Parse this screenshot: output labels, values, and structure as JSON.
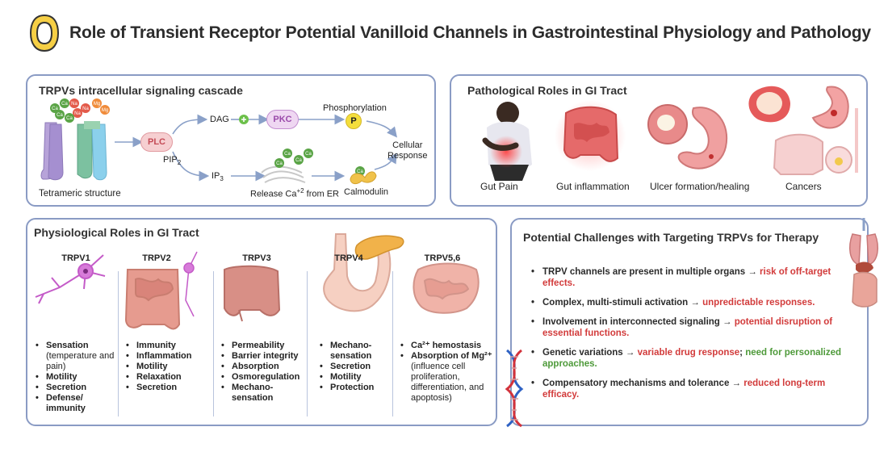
{
  "title": "Role of Transient Receptor Potential Vanilloid Channels in Gastrointestinal Physiology and Pathology",
  "cascade": {
    "panel_title": "TRPVs intracellular signaling cascade",
    "tetramer_label": "Tetrameric structure",
    "plc": "PLC",
    "pip2": "PIP",
    "pip2_sub": "2",
    "dag": "DAG",
    "pkc": "PKC",
    "phosphorylation": "Phosphorylation",
    "p_label": "P",
    "ip3": "IP",
    "ip3_sub": "3",
    "release": "Release Ca",
    "release_sup": "+2",
    "release_tail": " from ER",
    "calmodulin": "Calmodulin",
    "cellular_response_1": "Cellular",
    "cellular_response_2": "Response",
    "ion_labels": [
      "Ca",
      "Na",
      "Mg"
    ],
    "colors": {
      "plc": "#f6cfd1",
      "pkc": "#efd7f2",
      "p_circle": "#f4de3c",
      "arrow": "#8aa0c8",
      "plus": "#6cc04a"
    }
  },
  "pathology": {
    "panel_title": "Pathological Roles in GI Tract",
    "items": [
      "Gut Pain",
      "Gut inflammation",
      "Ulcer formation/healing",
      "Cancers"
    ]
  },
  "physiology": {
    "panel_title": "Physiological Roles in GI Tract",
    "columns": [
      {
        "title": "TRPV1",
        "items": [
          {
            "main": "Sensation",
            "sub": " (temperature and pain)"
          },
          {
            "main": "Motility",
            "sub": ""
          },
          {
            "main": "Secretion",
            "sub": ""
          },
          {
            "main": "Defense/ immunity",
            "sub": ""
          }
        ]
      },
      {
        "title": "TRPV2",
        "items": [
          {
            "main": "Immunity",
            "sub": ""
          },
          {
            "main": "Inflammation",
            "sub": ""
          },
          {
            "main": "Motility",
            "sub": ""
          },
          {
            "main": "Relaxation",
            "sub": ""
          },
          {
            "main": "Secretion",
            "sub": ""
          }
        ]
      },
      {
        "title": "TRPV3",
        "items": [
          {
            "main": "Permeability",
            "sub": ""
          },
          {
            "main": "Barrier integrity",
            "sub": ""
          },
          {
            "main": "Absorption",
            "sub": ""
          },
          {
            "main": "Osmoregulation",
            "sub": ""
          },
          {
            "main": "Mechano- sensation",
            "sub": ""
          }
        ]
      },
      {
        "title": "TRPV4",
        "items": [
          {
            "main": "Mechano- sensation",
            "sub": ""
          },
          {
            "main": "Secretion",
            "sub": ""
          },
          {
            "main": "Motility",
            "sub": ""
          },
          {
            "main": "Protection",
            "sub": ""
          }
        ]
      },
      {
        "title": "TRPV5,6",
        "items": [
          {
            "main": "Ca²⁺ hemostasis",
            "sub": ""
          },
          {
            "main": "Absorption of Mg²⁺",
            "sub": " (influence cell proliferation, differentiation, and apoptosis)"
          }
        ]
      }
    ]
  },
  "challenges": {
    "panel_title": "Potential Challenges with Targeting TRPVs for Therapy",
    "items": [
      {
        "a": "TRPV channels are present in multiple organs → ",
        "b": "risk of off-target effects.",
        "c": "",
        "d": ""
      },
      {
        "a": "Complex, multi-stimuli activation → ",
        "b": "unpredictable responses.",
        "c": "",
        "d": ""
      },
      {
        "a": "Involvement in interconnected signaling → ",
        "b": "potential disruption of essential functions.",
        "c": "",
        "d": ""
      },
      {
        "a": "Genetic variations → ",
        "b": "variable drug response",
        "c": "; ",
        "d": "need for personalized approaches."
      },
      {
        "a": "Compensatory mechanisms and tolerance → ",
        "b": "reduced long-term efficacy.",
        "c": "",
        "d": ""
      }
    ]
  }
}
